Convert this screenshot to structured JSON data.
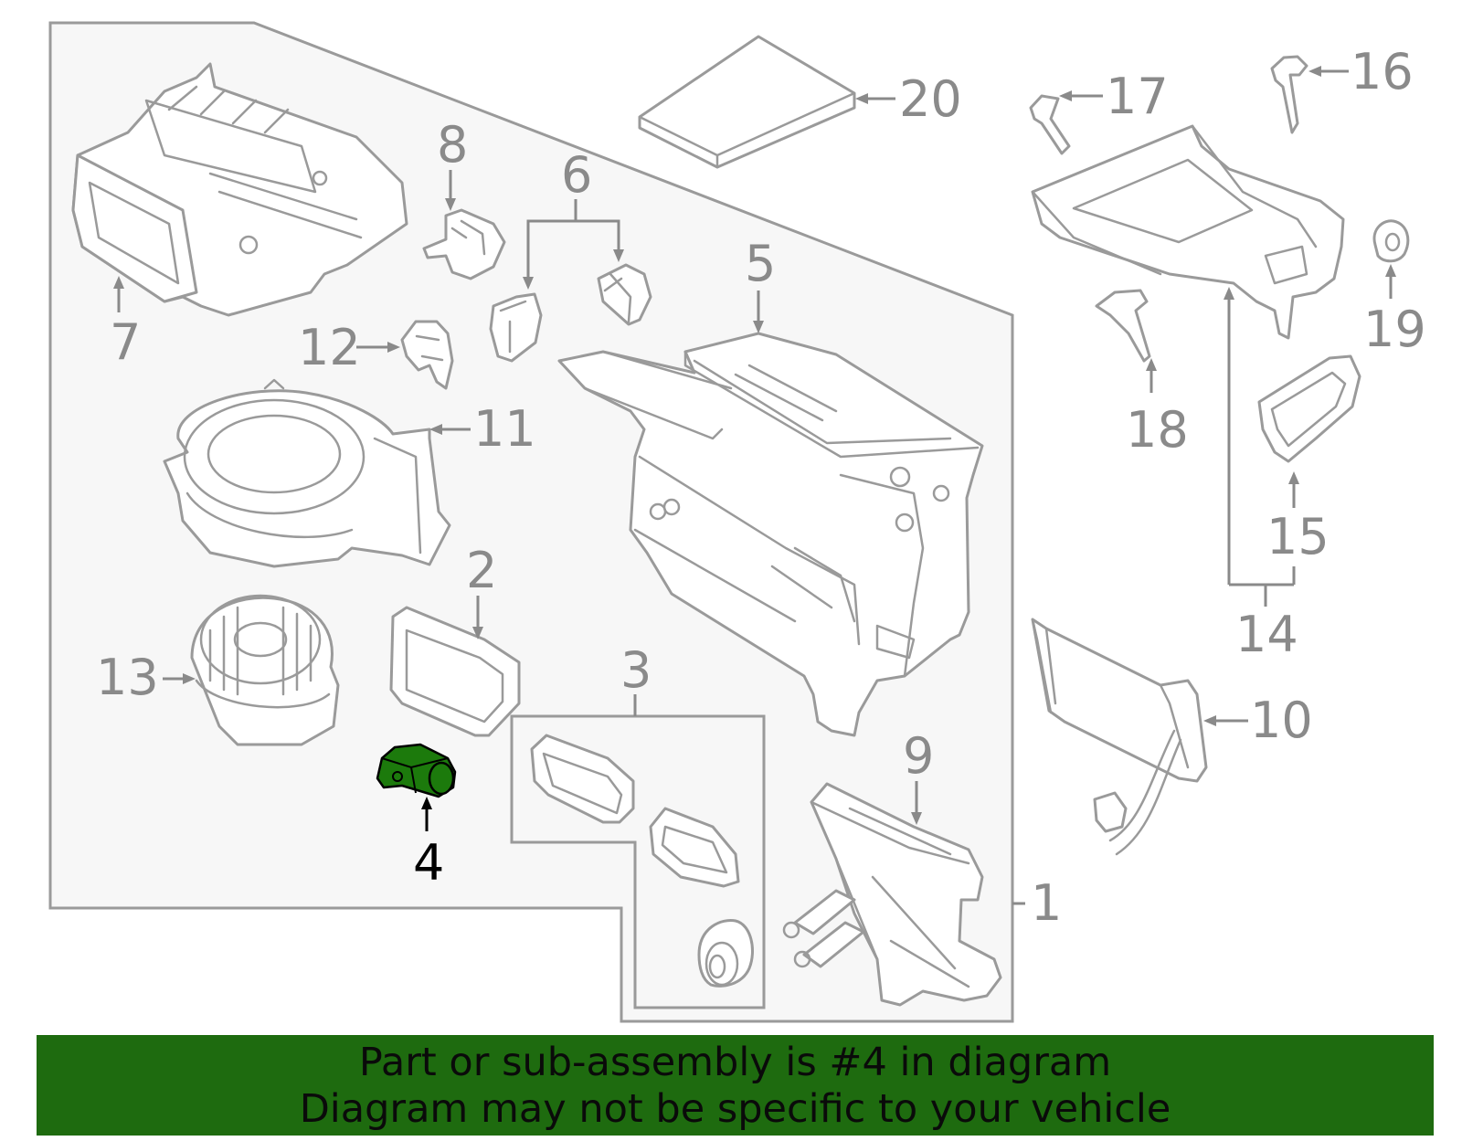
{
  "callouts": {
    "c1": "1",
    "c2": "2",
    "c3": "3",
    "c4": "4",
    "c5": "5",
    "c6": "6",
    "c7": "7",
    "c8": "8",
    "c9": "9",
    "c10": "10",
    "c11": "11",
    "c12": "12",
    "c13": "13",
    "c14": "14",
    "c15": "15",
    "c16": "16",
    "c17": "17",
    "c18": "18",
    "c19": "19",
    "c20": "20"
  },
  "highlighted_part": "4",
  "colors": {
    "banner_bg": "#1e6b0f",
    "highlight_part": "#1c7a0c",
    "line_gray": "#9a9a9a",
    "panel_bg": "#f7f7f7"
  },
  "banner": {
    "line1": "Part or sub-assembly is #4 in diagram",
    "line2": "Diagram may not be specific to your vehicle"
  }
}
